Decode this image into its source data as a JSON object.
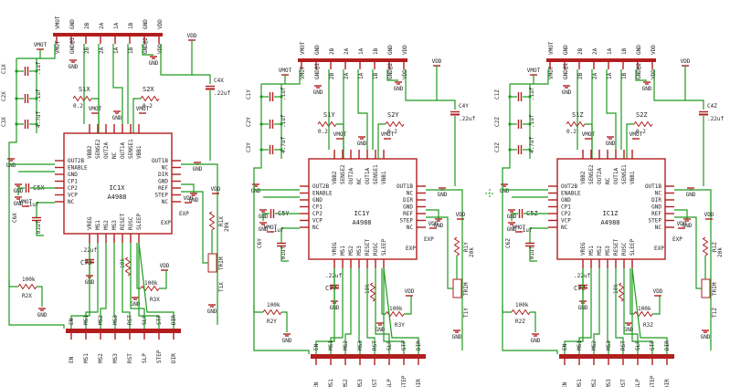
{
  "colors": {
    "wire": "#1f9a1f",
    "part": "#b21e1e",
    "text": "#222222",
    "background": "#ffffff"
  },
  "top_nets": [
    "VMOT",
    "GND",
    "2B",
    "2A",
    "1A",
    "1B",
    "GND",
    "VDD"
  ],
  "top_nets_inner": [
    "VMOT",
    "GND@1",
    "2B",
    "2A",
    "1A",
    "1B",
    "GND@2",
    "VDD"
  ],
  "bottom_nets": [
    "EN",
    "MS1",
    "MS2",
    "MS3",
    "RST",
    "SLP",
    "STEP",
    "DIR"
  ],
  "bottom_nets_inner": [
    "EN",
    "MS1",
    "MS2",
    "MS3",
    "RST",
    "SLP",
    "STP",
    "DIR"
  ],
  "ic_left_pins": [
    "OUT2B",
    "ENABLE",
    "GND",
    "CP1",
    "CP2",
    "VCP",
    "NC"
  ],
  "ic_right_pins": [
    "OUT1B",
    "NC",
    "DIR",
    "GND",
    "REF",
    "STEP",
    "NC"
  ],
  "ic_top_pins": [
    "VBB2",
    "SENSE2",
    "OUT2A",
    "NC",
    "OUT1A",
    "SENSE1",
    "VBB1"
  ],
  "ic_bottom_pins": [
    "VREG",
    "MS1",
    "MS2",
    "MS3",
    "RESET",
    "ROSC",
    "SLEEP"
  ],
  "ic_type": "A4988",
  "exp_label": "EXP",
  "labels": {
    "vmot": "VMOT",
    "vdd": "VDD",
    "gnd": "GND",
    "cap_1uf": ".1uf",
    "cap_01uf": ".01uf",
    "cap_22uf": ".22uf",
    "cap_47uf": "4.7uf",
    "res_sense": "0.2",
    "res_100k": "100k",
    "res_10k": "10k",
    "res_20k": "20k",
    "trim_label": "TRIM"
  },
  "channels": [
    {
      "suffix": "X",
      "ic": "IC1X",
      "c1": "C1X",
      "c2": "C2X",
      "c3": "C3X",
      "c4": "C4X",
      "c5": "C5X",
      "c6": "C6X",
      "c7": "C7X",
      "s1": "S1X",
      "s2": "S2X",
      "r1": "R1X",
      "r2": "R2X",
      "r3": "R3X",
      "t1": "T1X"
    },
    {
      "suffix": "Y",
      "ic": "IC1Y",
      "c1": "C1Y",
      "c2": "C2Y",
      "c3": "C3Y",
      "c4": "C4Y",
      "c5": "C5Y",
      "c6": "C6Y",
      "c7": "C7Y",
      "s1": "S1Y",
      "s2": "S2Y",
      "r1": "R1Y",
      "r2": "R2Y",
      "r3": "R3Y",
      "t1": "T1Y"
    },
    {
      "suffix": "Z",
      "ic": "IC1Z",
      "c1": "C1Z",
      "c2": "C2Z",
      "c3": "C3Z",
      "c4": "C4Z",
      "c5": "C5Z",
      "c6": "C6Z",
      "c7": "C7Z",
      "s1": "S1Z",
      "s2": "S2Z",
      "r1": "R1Z",
      "r2": "R2Z",
      "r3": "R3Z",
      "t1": "T1Z"
    }
  ]
}
